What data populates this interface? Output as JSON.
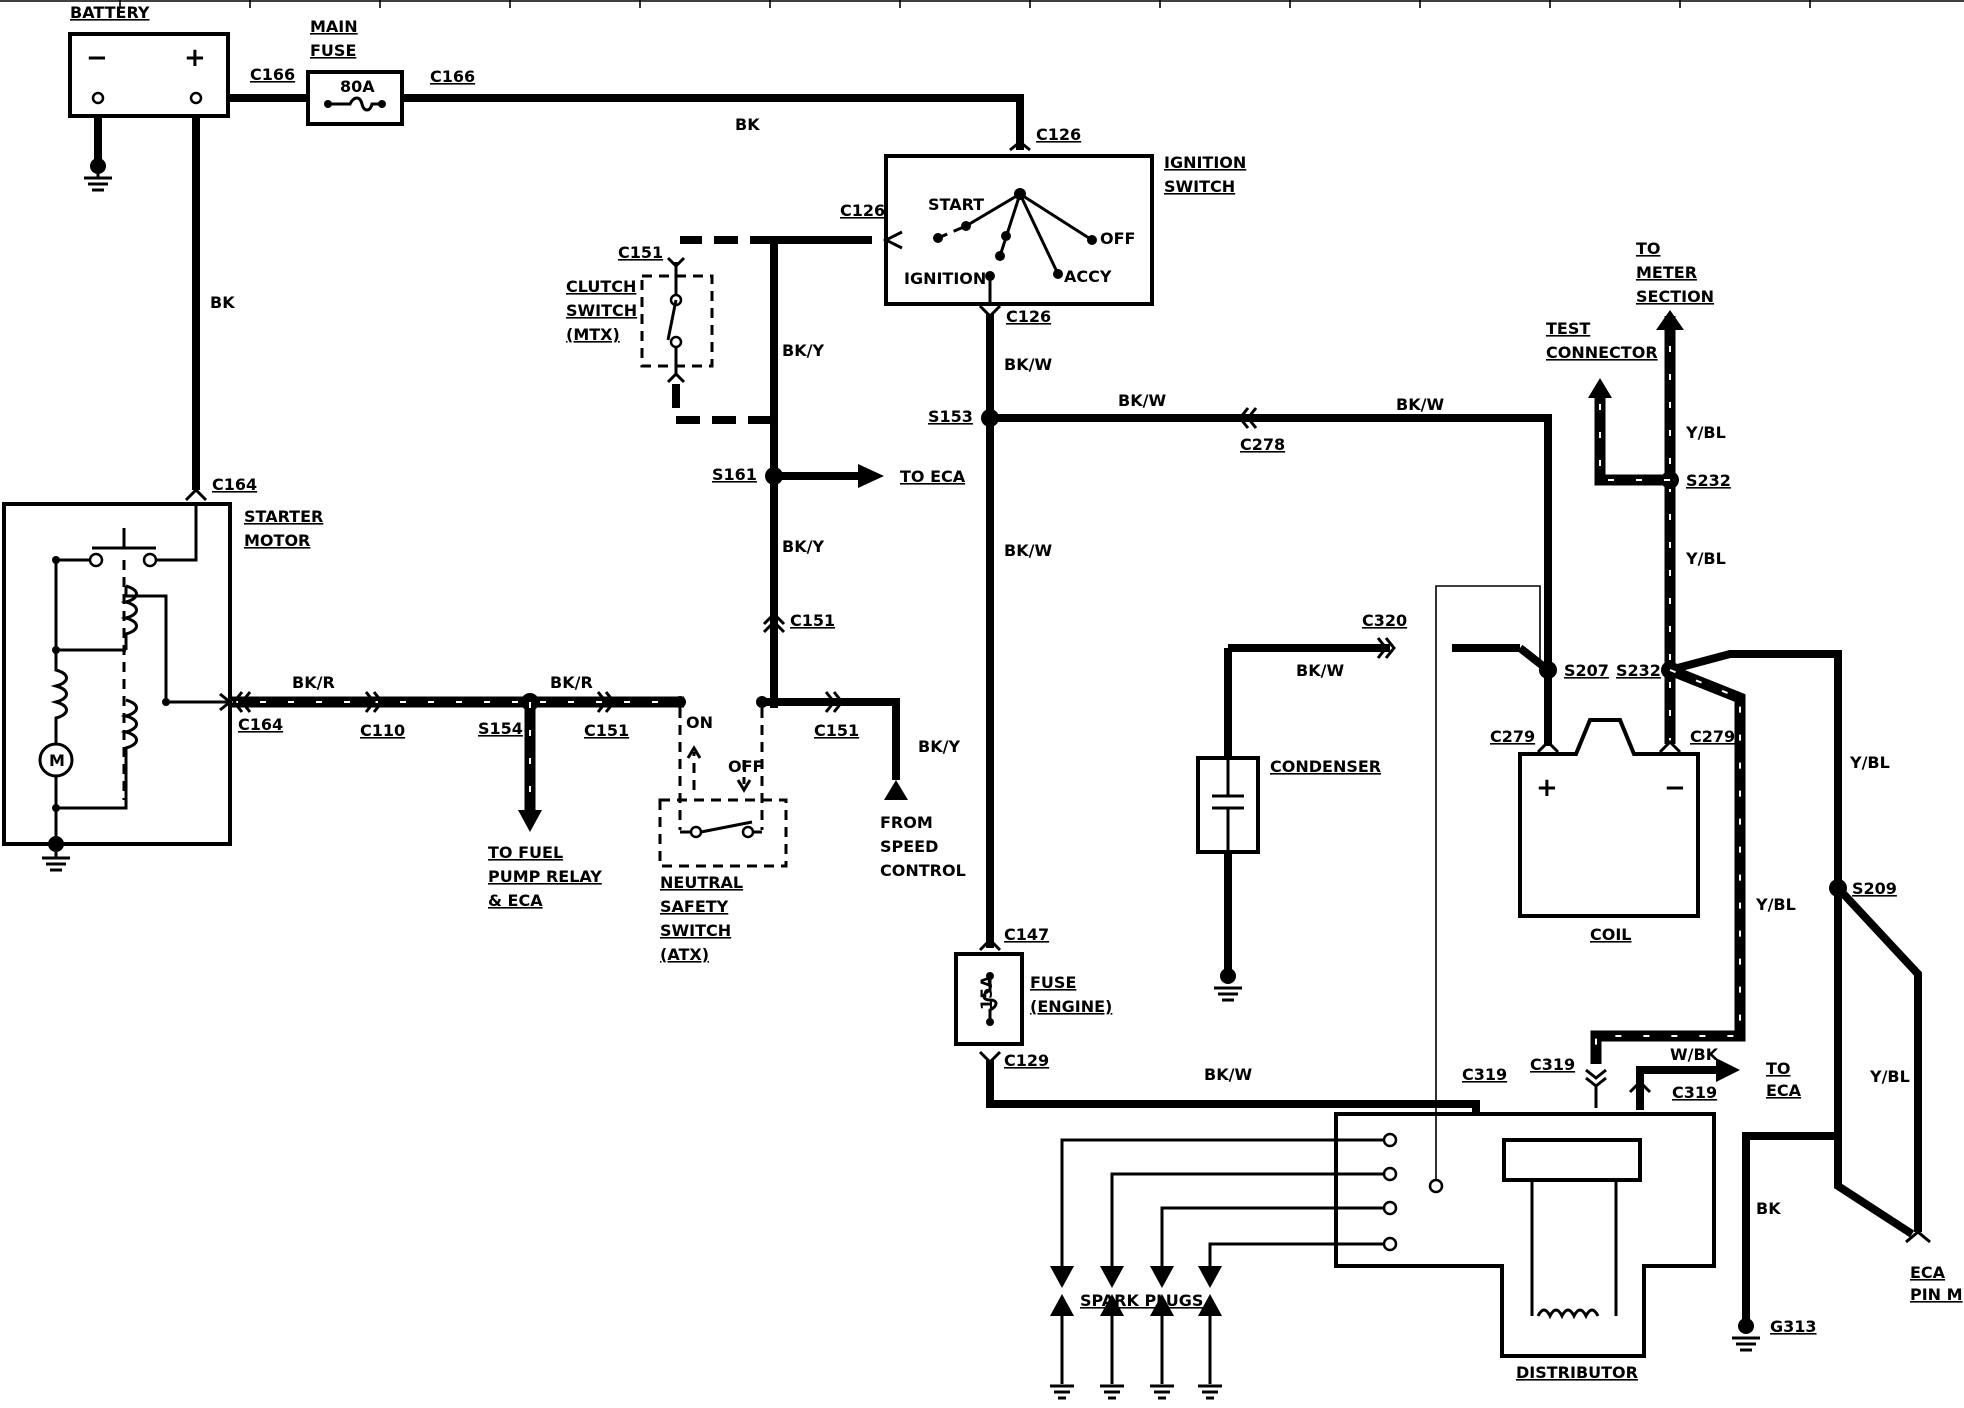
{
  "components": {
    "battery": "BATTERY",
    "battery_neg": "−",
    "battery_pos": "+",
    "main_fuse_l1": "MAIN",
    "main_fuse_l2": "FUSE",
    "main_fuse_rating": "80A",
    "ignition_switch_l1": "IGNITION",
    "ignition_switch_l2": "SWITCH",
    "ign_start": "START",
    "ign_ignition": "IGNITION",
    "ign_off": "OFF",
    "ign_accy": "ACCY",
    "clutch_l1": "CLUTCH",
    "clutch_l2": "SWITCH",
    "clutch_l3": "(MTX)",
    "starter_l1": "STARTER",
    "starter_l2": "MOTOR",
    "motor_m": "M",
    "nss_l1": "NEUTRAL",
    "nss_l2": "SAFETY",
    "nss_l3": "SWITCH",
    "nss_l4": "(ATX)",
    "nss_on": "ON",
    "nss_off": "OFF",
    "condenser": "CONDENSER",
    "coil": "COIL",
    "coil_pos": "+",
    "coil_neg": "−",
    "fuse_engine_l1": "FUSE",
    "fuse_engine_l2": "(ENGINE)",
    "fuse_engine_rating": "15A",
    "distributor": "DISTRIBUTOR",
    "spark_plugs": "SPARK PLUGS",
    "test_conn_l1": "TEST",
    "test_conn_l2": "CONNECTOR",
    "meter_l1": "TO",
    "meter_l2": "METER",
    "meter_l3": "SECTION",
    "to_eca": "TO ECA",
    "fuel_l1": "TO FUEL",
    "fuel_l2": "PUMP RELAY",
    "fuel_l3": "& ECA",
    "speed_l1": "FROM",
    "speed_l2": "SPEED",
    "speed_l3": "CONTROL",
    "to_eca2_l1": "TO",
    "to_eca2_l2": "ECA",
    "eca_pin_l1": "ECA",
    "eca_pin_l2": "PIN M"
  },
  "connectors": {
    "c166a": "C166",
    "c166b": "C166",
    "c126a": "C126",
    "c126b": "C126",
    "c126c": "C126",
    "c151a": "C151",
    "c151b": "C151",
    "c151c": "C151",
    "c151d": "C151",
    "c164a": "C164",
    "c164b": "C164",
    "c110": "C110",
    "c278": "C278",
    "c320": "C320",
    "c279a": "C279",
    "c279b": "C279",
    "c147": "C147",
    "c129": "C129",
    "c319a": "C319",
    "c319b": "C319",
    "c319c": "C319"
  },
  "splices": {
    "s153": "S153",
    "s161": "S161",
    "s154": "S154",
    "s207": "S207",
    "s232a": "S232",
    "s232b": "S232",
    "s209": "S209",
    "g313": "G313"
  },
  "wires": {
    "bk_top": "BK",
    "bk_left": "BK",
    "bky_1": "BK/Y",
    "bky_2": "BK/Y",
    "bky_3": "BK/Y",
    "bkw_1": "BK/W",
    "bkw_2": "BK/W",
    "bkw_3": "BK/W",
    "bkw_4": "BK/W",
    "bkw_5": "BK/W",
    "bkw_6": "BK/W",
    "bkr_1": "BK/R",
    "bkr_2": "BK/R",
    "ybl_1": "Y/BL",
    "ybl_2": "Y/BL",
    "ybl_3": "Y/BL",
    "ybl_4": "Y/BL",
    "ybl_5": "Y/BL",
    "wbk": "W/BK",
    "bk_g313": "BK"
  }
}
